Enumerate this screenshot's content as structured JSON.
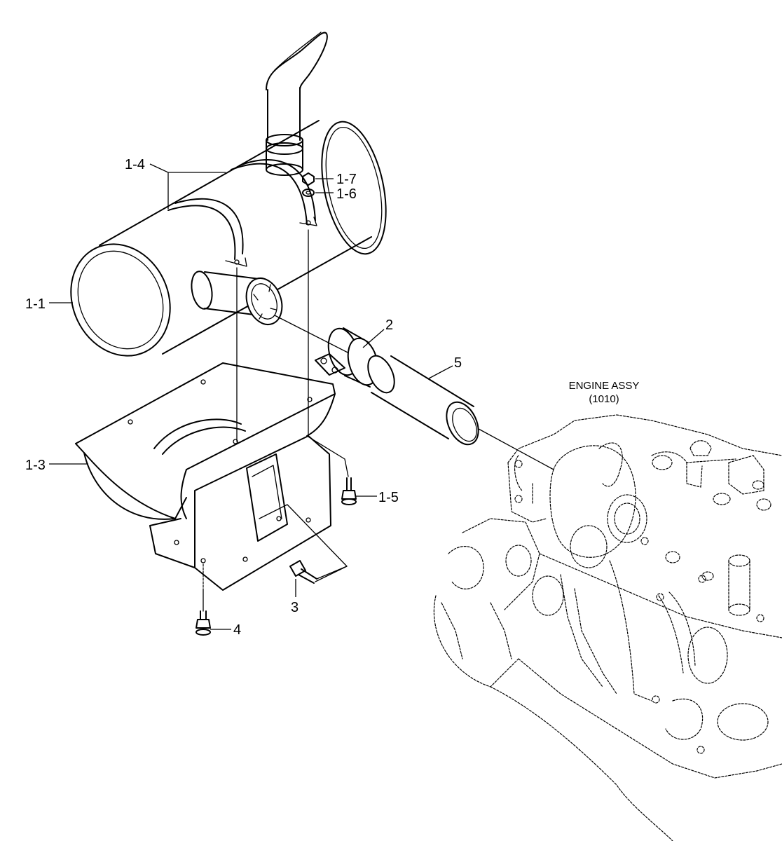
{
  "callouts": {
    "p1_1": "1-1",
    "p1_3": "1-3",
    "p1_4": "1-4",
    "p1_5": "1-5",
    "p1_6": "1-6",
    "p1_7": "1-7",
    "p2": "2",
    "p3": "3",
    "p4": "4",
    "p5": "5"
  },
  "engine": {
    "title": "ENGINE ASSY",
    "ref": "(1010)"
  },
  "icons": [
    "muffler-icon",
    "tailpipe-icon",
    "clamp-icon",
    "pipe-icon",
    "bracket-icon",
    "bolt-icon",
    "nut-icon",
    "washer-icon",
    "engine-icon"
  ]
}
